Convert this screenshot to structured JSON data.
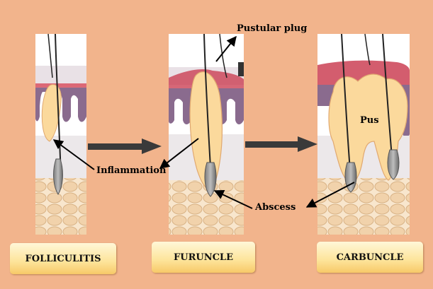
{
  "stages": [
    {
      "name": "FOLLICULITIS"
    },
    {
      "name": "FURUNCLE"
    },
    {
      "name": "CARBUNCLE"
    }
  ],
  "labels": {
    "inflammation": "Inflammation",
    "pustular_plug": "Pustular plug",
    "abscess": "Abscess",
    "pus": "Pus"
  },
  "colors": {
    "background": "#f2b48c",
    "epidermis_purple": "#8a6b8e",
    "inflamed_red": "#c8344a",
    "dermis": "#ece8ea",
    "fat_cells": "#f3d7b4",
    "pus_yellow": "#fbd99c",
    "label_box": "#fde49a"
  }
}
